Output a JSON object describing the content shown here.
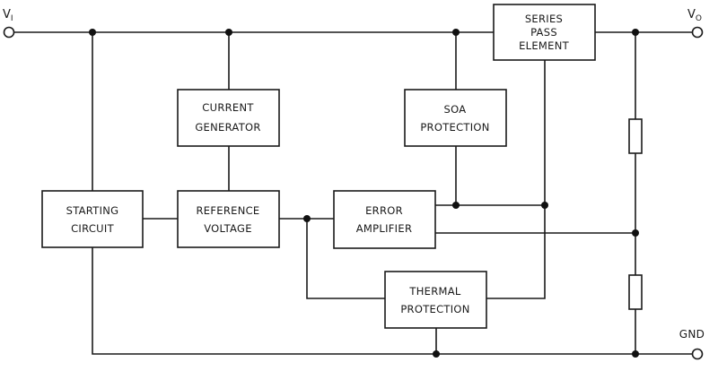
{
  "terminals": {
    "vin": {
      "main": "V",
      "sub": "I"
    },
    "vout": {
      "main": "V",
      "sub": "O"
    },
    "gnd": "GND"
  },
  "blocks": {
    "series_pass": [
      "SERIES",
      "PASS",
      "ELEMENT"
    ],
    "current_generator": [
      "CURRENT",
      "GENERATOR"
    ],
    "soa_protection": [
      "SOA",
      "PROTECTION"
    ],
    "starting_circuit": [
      "STARTING",
      "CIRCUIT"
    ],
    "reference_voltage": [
      "REFERENCE",
      "VOLTAGE"
    ],
    "error_amplifier": [
      "ERROR",
      "AMPLIFIER"
    ],
    "thermal_protection": [
      "THERMAL",
      "PROTECTION"
    ]
  }
}
